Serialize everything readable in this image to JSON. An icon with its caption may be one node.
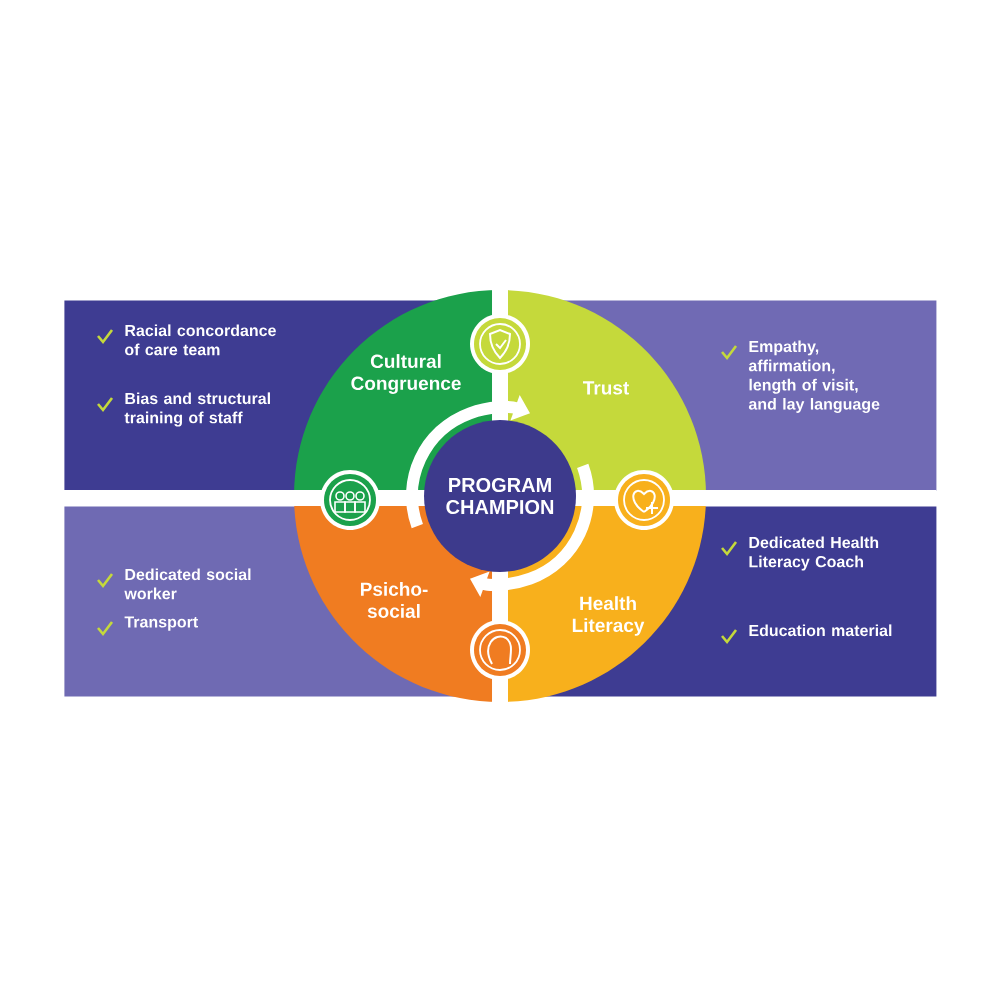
{
  "diagram": {
    "nodes": [
      {
        "text": [
          "PROGRAM CHAMPION"
        ]
      },
      {
        "text": [
          "Cultural Congruence"
        ]
      },
      {
        "text": [
          "Trust"
        ]
      },
      {
        "text": [
          "Psicho- social"
        ]
      },
      {
        "text": [
          "Health Literacy"
        ]
      },
      {
        "text": [
          "Racial concordance of care team",
          "Bias and structural training of staff"
        ]
      },
      {
        "text": [
          "Empathy, affirmation, length of visit, and lay language"
        ]
      },
      {
        "text": [
          "Dedicated social worker",
          "Transport"
        ]
      },
      {
        "text": [
          "Dedicated Health Literacy Coach",
          "Education material"
        ]
      }
    ]
  }
}
